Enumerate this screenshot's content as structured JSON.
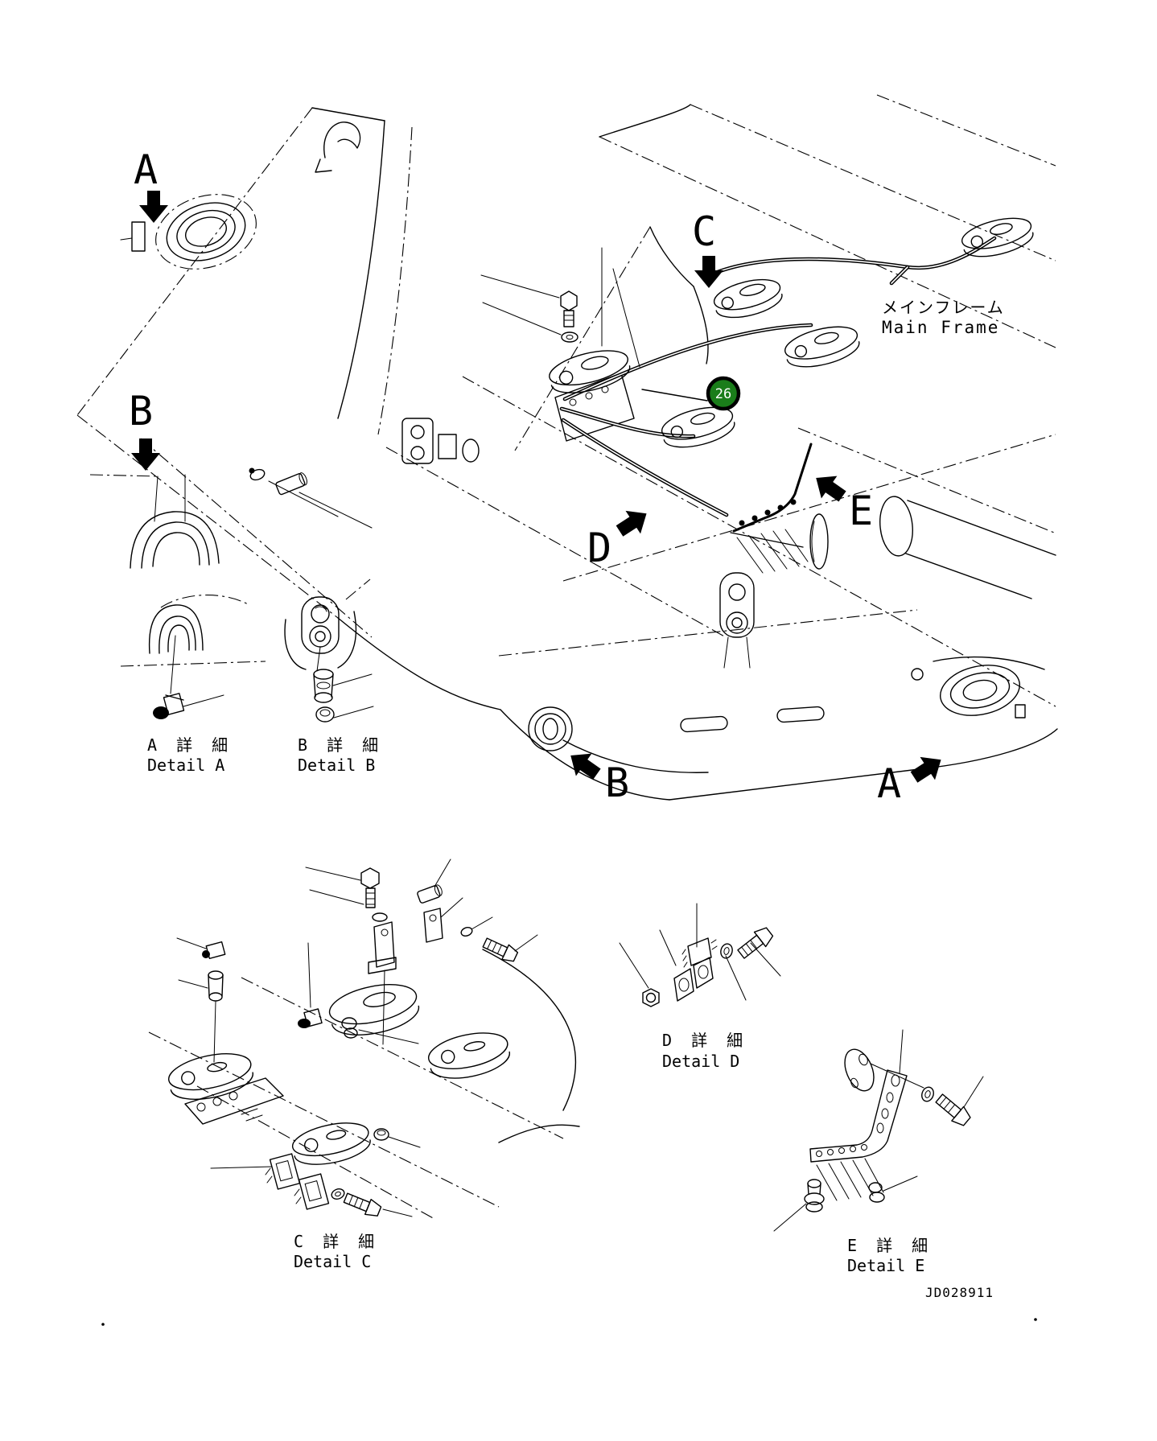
{
  "page": {
    "background": "#ffffff",
    "ink": "#000000"
  },
  "main_view": {
    "frame_label_jp": "メインフレーム",
    "frame_label_en": "Main Frame",
    "balloon": {
      "number": "26",
      "fill": "#1a7d1a",
      "ring": "#000000",
      "text_color": "#ffffff"
    },
    "arrows": [
      {
        "id": "view-a-top",
        "letter": "A",
        "direction": "down"
      },
      {
        "id": "view-b-left",
        "letter": "B",
        "direction": "down"
      },
      {
        "id": "view-c-top",
        "letter": "C",
        "direction": "down"
      },
      {
        "id": "view-d",
        "letter": "D",
        "direction": "up-right"
      },
      {
        "id": "view-e",
        "letter": "E",
        "direction": "up-left"
      },
      {
        "id": "view-b-bottom",
        "letter": "B",
        "direction": "up-left"
      },
      {
        "id": "view-a-bottom",
        "letter": "A",
        "direction": "up-right"
      }
    ]
  },
  "details": [
    {
      "id": "detail-a",
      "label_jp": "A 詳 細",
      "label_en": "Detail A"
    },
    {
      "id": "detail-b",
      "label_jp": "B 詳 細",
      "label_en": "Detail B"
    },
    {
      "id": "detail-c",
      "label_jp": "C 詳 細",
      "label_en": "Detail C"
    },
    {
      "id": "detail-d",
      "label_jp": "D 詳 細",
      "label_en": "Detail D"
    },
    {
      "id": "detail-e",
      "label_jp": "E 詳 細",
      "label_en": "Detail E"
    }
  ],
  "footer": {
    "drawing_number": "JD028911"
  }
}
